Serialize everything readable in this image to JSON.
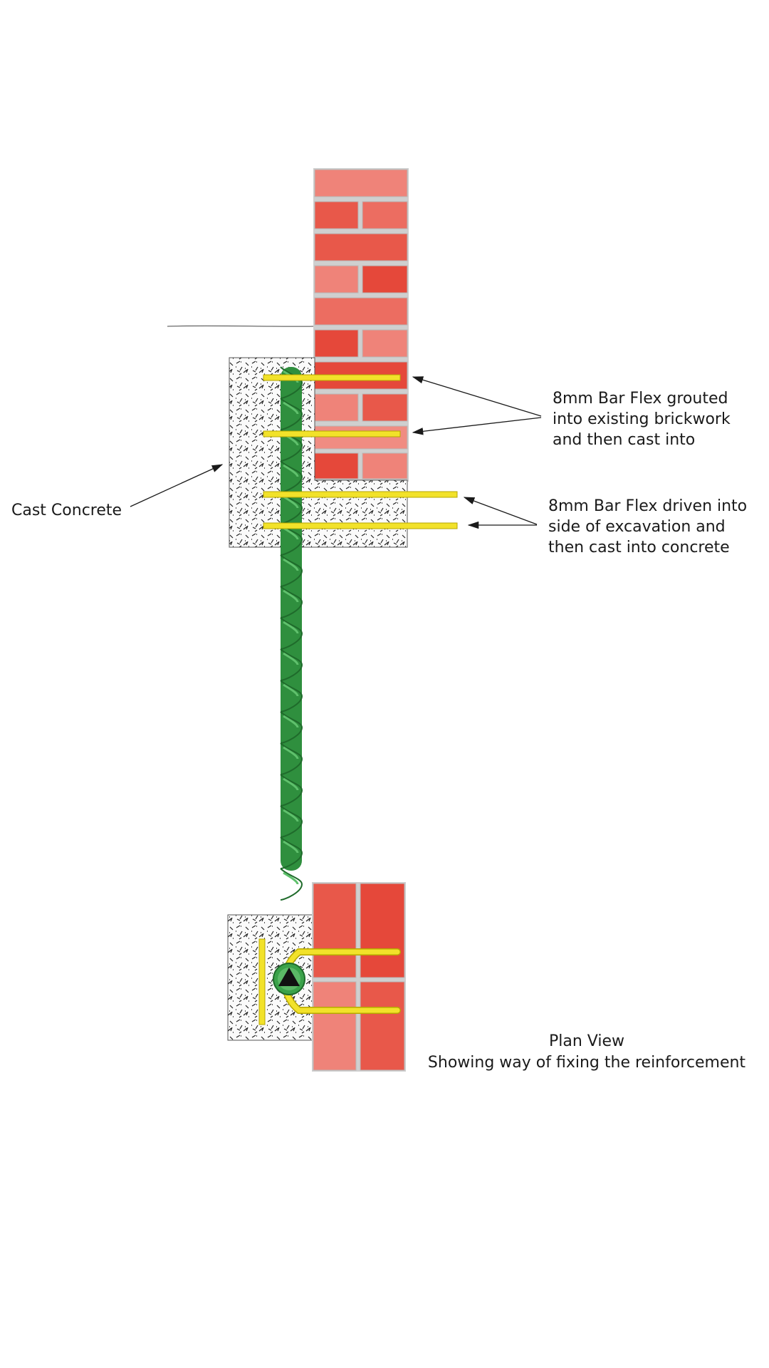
{
  "labels": {
    "grouted_line1": "8mm Bar Flex grouted",
    "grouted_line2": "into existing brickwork",
    "grouted_line3": "and then cast into",
    "driven_line1": "8mm Bar Flex driven into",
    "driven_line2": "side of excavation and",
    "driven_line3": "then cast into concrete",
    "cast_concrete": "Cast Concrete",
    "plan_view": "Plan View",
    "plan_view_caption": "Showing way of fixing the reinforcement"
  },
  "colors": {
    "brick_dark": "#e5483a",
    "brick_mid": "#ea5a4c",
    "brick_light": "#ef8379",
    "mortar": "#c9c9c9",
    "bar_flex": "#f2e22a",
    "bar_flex_edge": "#b6a700",
    "rebar": "#3aa24a",
    "rebar_dark": "#1f6b2b",
    "concrete_bg": "#fafafa",
    "concrete_marks": "#222222",
    "leader_line": "#1a1a1a"
  },
  "icons": {
    "rebar_section": "triangle-in-circle-icon"
  }
}
